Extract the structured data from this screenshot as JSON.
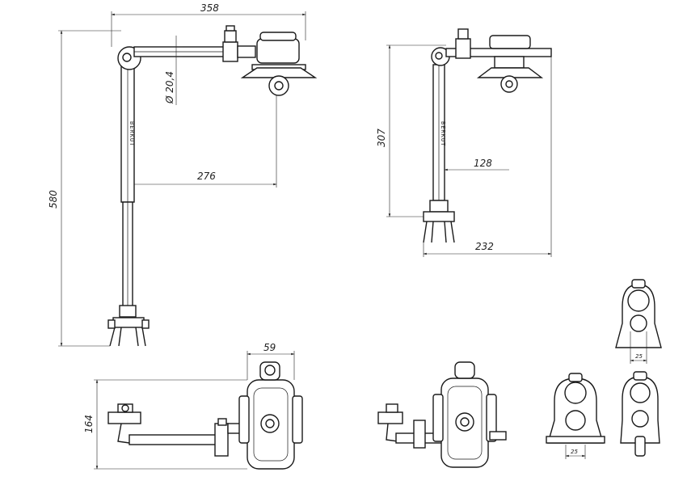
{
  "dimensions": {
    "overall_width": "358",
    "overall_height": "580",
    "arm_diameter": "Ø 20,4",
    "reach_left": "276",
    "compact_height": "307",
    "compact_reach": "128",
    "compact_width": "232",
    "plan_depth": "164",
    "plan_head_width": "59",
    "clamp_width_a": "25",
    "clamp_width_b": "25"
  },
  "labels": {
    "column_brand": "BERKUT"
  }
}
